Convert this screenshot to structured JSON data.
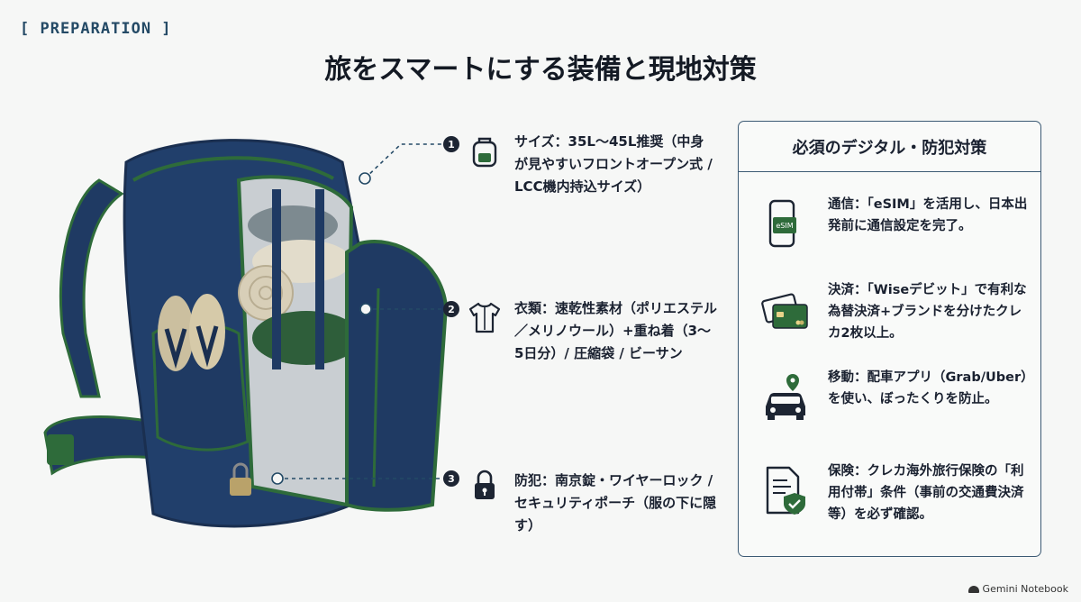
{
  "tag": "[ PREPARATION ]",
  "title": "旅をスマートにする装備と現地対策",
  "callouts": [
    {
      "number": "1",
      "icon": "backpack-icon",
      "text": "サイズ：35L〜45L推奨（中身が見やすいフロントオープン式 / LCC機内持込サイズ）"
    },
    {
      "number": "2",
      "icon": "shirt-icon",
      "text": "衣類：速乾性素材（ポリエステル／メリノウール）+重ね着（3〜5日分）/ 圧縮袋 / ビーサン"
    },
    {
      "number": "3",
      "icon": "padlock-icon",
      "text": "防犯：南京錠・ワイヤーロック / セキュリティポーチ（服の下に隠す）"
    }
  ],
  "panel": {
    "title": "必須のデジタル・防犯対策",
    "items": [
      {
        "icon": "esim-phone-icon",
        "icon_label": "eSIM",
        "text": "通信：「eSIM」を活用し、日本出発前に通信設定を完了。"
      },
      {
        "icon": "cards-icon",
        "text": "決済：「Wiseデビット」で有利な為替決済+ブランドを分けたクレカ2枚以上。"
      },
      {
        "icon": "car-pin-icon",
        "text": "移動：配車アプリ（Grab/Uber）を使い、ぼったくりを防止。"
      },
      {
        "icon": "insurance-document-icon",
        "text": "保険：クレカ海外旅行保険の「利用付帯」条件（事前の交通費決済等）を必ず確認。"
      }
    ]
  },
  "footer": "Gemini Notebook",
  "colors": {
    "navy": "#1f3a63",
    "green": "#2e6b3a",
    "accent": "#244a66"
  }
}
